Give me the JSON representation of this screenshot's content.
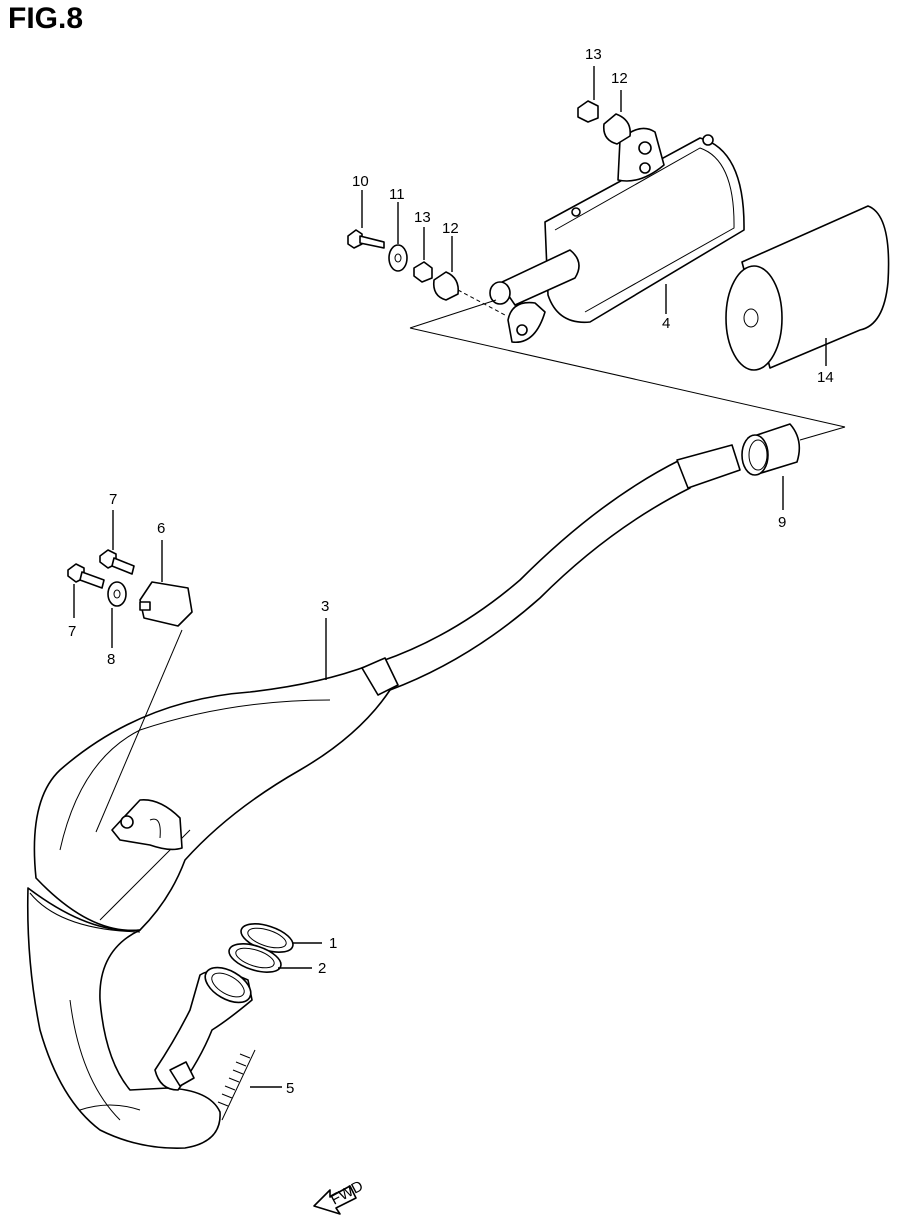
{
  "figure": {
    "title": "FIG.8",
    "fwd_label": "FWD"
  },
  "callouts": [
    {
      "id": "c1",
      "text": "1"
    },
    {
      "id": "c2",
      "text": "2"
    },
    {
      "id": "c3",
      "text": "3"
    },
    {
      "id": "c4",
      "text": "4"
    },
    {
      "id": "c5",
      "text": "5"
    },
    {
      "id": "c6",
      "text": "6"
    },
    {
      "id": "c7a",
      "text": "7"
    },
    {
      "id": "c7b",
      "text": "7"
    },
    {
      "id": "c8",
      "text": "8"
    },
    {
      "id": "c9",
      "text": "9"
    },
    {
      "id": "c10",
      "text": "10"
    },
    {
      "id": "c11",
      "text": "11"
    },
    {
      "id": "c12a",
      "text": "12"
    },
    {
      "id": "c12b",
      "text": "12"
    },
    {
      "id": "c13a",
      "text": "13"
    },
    {
      "id": "c13b",
      "text": "13"
    },
    {
      "id": "c14",
      "text": "14"
    }
  ]
}
